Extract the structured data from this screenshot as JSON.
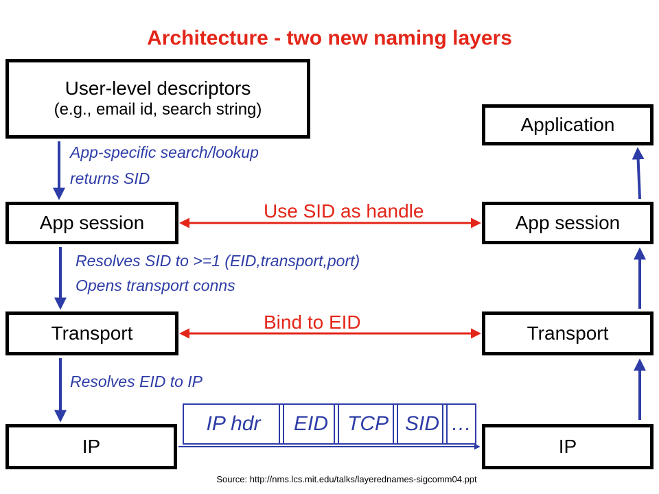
{
  "title": "Architecture - two new naming layers",
  "colors": {
    "title": "#e32619",
    "blue": "#2d3ca6",
    "red": "#e32619",
    "box_border": "#000000"
  },
  "left_stack": {
    "descriptors": {
      "title": "User-level descriptors",
      "subtitle": "(e.g., email id, search string)"
    },
    "app_session": "App session",
    "transport": "Transport",
    "ip": "IP"
  },
  "right_stack": {
    "application": "Application",
    "app_session": "App session",
    "transport": "Transport",
    "ip": "IP"
  },
  "annotations": {
    "lookup_line1": "App-specific search/lookup",
    "lookup_line2": "returns SID",
    "resolve_sid_line1": "Resolves SID to >=1 (EID,transport,port)",
    "resolve_sid_line2": "Opens transport conns",
    "resolve_eid": "Resolves EID to IP",
    "use_sid": "Use SID as handle",
    "bind_eid": "Bind to EID"
  },
  "packet": {
    "fields": [
      "IP hdr",
      "EID",
      "TCP",
      "SID",
      "…"
    ]
  },
  "source": "Source: http://nms.lcs.mit.edu/talks/layerednames-sigcomm04.ppt"
}
